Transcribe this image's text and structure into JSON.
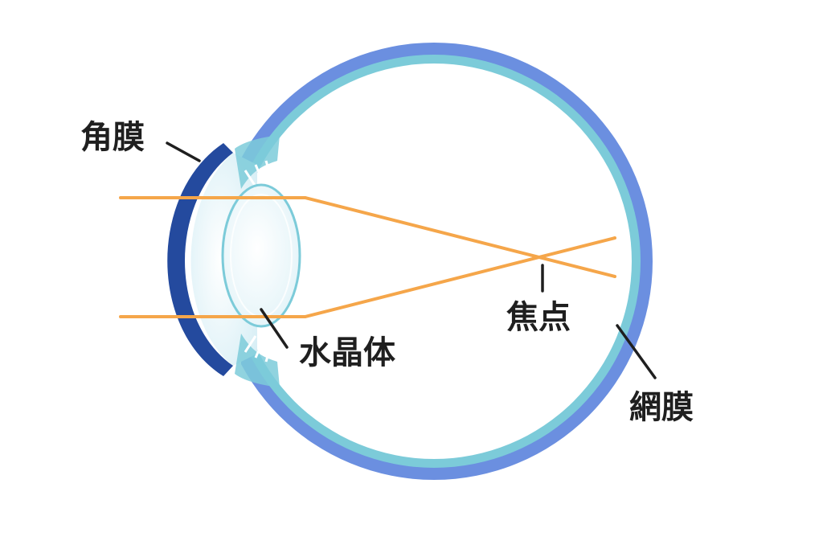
{
  "labels": {
    "cornea": "角膜",
    "lens": "水晶体",
    "focus": "焦点",
    "retina": "網膜"
  },
  "colors": {
    "sclera": "#6b8fe0",
    "choroid": "#7ccbd9",
    "cornea": "#244a9e",
    "aqueous": "#dff3f7",
    "lens_fill": "#eef8fb",
    "lens_stroke": "#7ccbd9",
    "light_ray": "#f5a64a",
    "pointer": "#1f1f1f",
    "text": "#1f1f1f"
  }
}
